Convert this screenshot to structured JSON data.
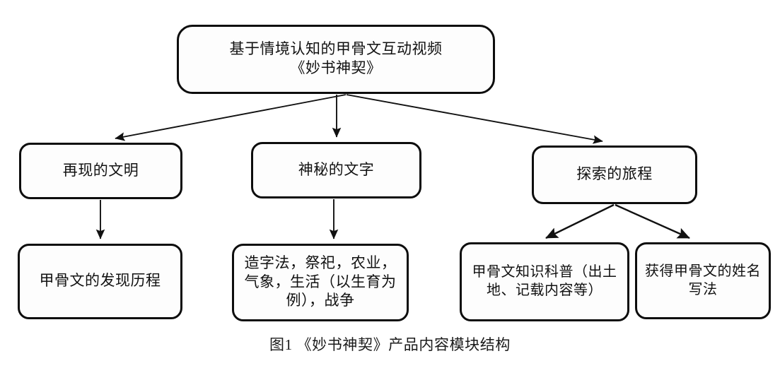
{
  "figure": {
    "caption": "图1 《妙书神契》产品内容模块结构",
    "colors": {
      "node_border": "#0d0d0d",
      "node_fill": "#fdfdfd",
      "edge": "#111111",
      "text": "#111111",
      "background": "#ffffff"
    }
  },
  "nodes": {
    "root": {
      "label": "基于情境认知的甲骨文互动视频\n《妙书神契》",
      "line1": "基于情境认知的甲骨文互动视频",
      "line2": "《妙书神契》"
    },
    "level2": [
      {
        "id": "reappeared-civilization",
        "label": "再现的文明"
      },
      {
        "id": "mysterious-characters",
        "label": "神秘的文字"
      },
      {
        "id": "journey-of-exploration",
        "label": "探索的旅程"
      }
    ],
    "level3": [
      {
        "id": "discovery-history",
        "label": "甲骨文的发现历程"
      },
      {
        "id": "themes",
        "label": "造字法，祭祀，农业，气象，生活（以生育为例），战争"
      },
      {
        "id": "knowledge-popularization",
        "label": "甲骨文知识科普（出土地、记载内容等）"
      },
      {
        "id": "name-writing",
        "label": "获得甲骨文的姓名写法"
      }
    ]
  },
  "edges": [
    {
      "from": "root",
      "to": "reappeared-civilization"
    },
    {
      "from": "root",
      "to": "mysterious-characters"
    },
    {
      "from": "root",
      "to": "journey-of-exploration"
    },
    {
      "from": "reappeared-civilization",
      "to": "discovery-history"
    },
    {
      "from": "mysterious-characters",
      "to": "themes"
    },
    {
      "from": "journey-of-exploration",
      "to": "knowledge-popularization"
    },
    {
      "from": "journey-of-exploration",
      "to": "name-writing"
    }
  ]
}
